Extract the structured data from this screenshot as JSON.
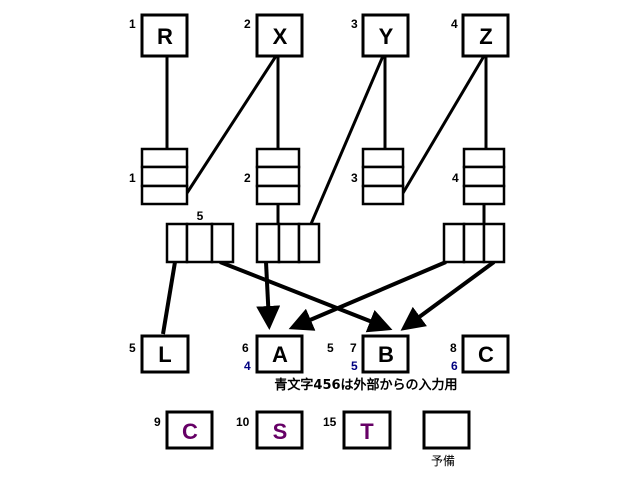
{
  "inputs": [
    {
      "label": "R",
      "number": "1"
    },
    {
      "label": "X",
      "number": "2"
    },
    {
      "label": "Y",
      "number": "3"
    },
    {
      "label": "Z",
      "number": "4"
    }
  ],
  "stacks": [
    {
      "number": "1"
    },
    {
      "number": "2"
    },
    {
      "number": "3"
    },
    {
      "number": "4"
    }
  ],
  "registers": [
    {
      "number": "5"
    },
    {
      "number": ""
    },
    {
      "number": ""
    }
  ],
  "outputs": [
    {
      "label": "L",
      "number": "5",
      "blue_number": ""
    },
    {
      "label": "A",
      "number": "6",
      "blue_number": "4"
    },
    {
      "label": "B",
      "number": "7",
      "blue_number": "5",
      "extra_number": "5"
    },
    {
      "label": "C",
      "number": "8",
      "blue_number": "6"
    }
  ],
  "note": "青文字456は外部からの入力用",
  "extras": [
    {
      "label": "C",
      "number": "9"
    },
    {
      "label": "S",
      "number": "10"
    },
    {
      "label": "T",
      "number": "15"
    },
    {
      "label": "",
      "number": "",
      "caption": "予備"
    }
  ],
  "colors": {
    "blue_number": "#000080",
    "purple_letter": "#660066"
  }
}
